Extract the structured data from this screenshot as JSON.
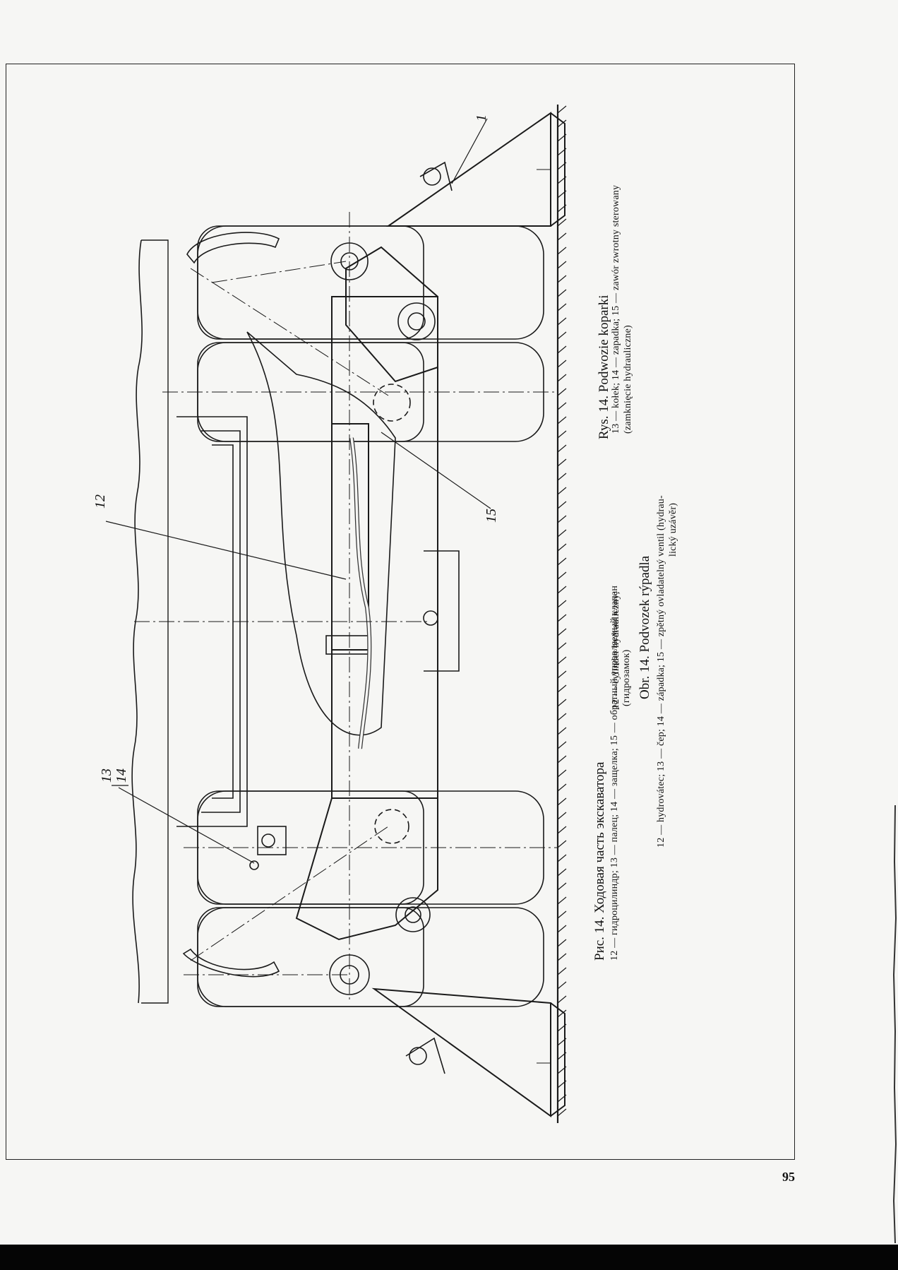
{
  "figure": {
    "callouts": {
      "label_1": "1",
      "label_12": "12",
      "label_13": "13",
      "label_14": "14",
      "label_15": "15"
    }
  },
  "captions": {
    "russian": {
      "title": "Рис. 14. Ходовая часть экскаватора",
      "line1": "12 — гидроцилиндр; 13 — палец; 14 — защелка; 15 — обратный управляемый клапан",
      "line2": "(гидрозамок)"
    },
    "polish": {
      "title": "Rys. 14. Podwozie koparki",
      "line1": "13 — kołek; 14 — zapadka; 15 — zawór zwrotny sterowany",
      "line2": "12 — cylinder hydrauliczny;",
      "line3": "(zamknięcie hydrauliczne)"
    },
    "czech": {
      "title": "Obr. 14. Podvozek rýpadla",
      "line1": "12 — hydrovátec; 13 — čep; 14 — západka; 15 — zpětný ovladatelný ventil (hydrau-",
      "line2": "lický uzávěr)"
    }
  },
  "page_number": "95"
}
